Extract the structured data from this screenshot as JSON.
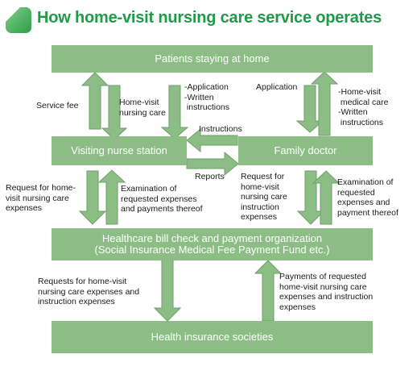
{
  "title": "How home-visit nursing care service operates",
  "colors": {
    "title": "#1f9a49",
    "box_fill": "#8bbd84",
    "arrow_fill": "#8bbd84",
    "arrow_stroke": "#6e9e6a"
  },
  "nodes": {
    "patients": "Patients staying at home",
    "station": "Visiting nurse station",
    "doctor": "Family doctor",
    "bill_org": "Healthcare bill check and payment organization\n(Social Insurance Medical Fee Payment Fund etc.)",
    "insurance": "Health insurance societies"
  },
  "labels": {
    "service_fee": "Service fee",
    "home_visit_nursing_care": "Home-visit\nnursing care",
    "application_written": "-Application\n-Written\n instructions",
    "application": "Application",
    "home_visit_medical_care": "-Home-visit\n medical care\n-Written\n instructions",
    "instructions": "Instructions",
    "reports": "Reports",
    "request_home_visit": "Request for home-\nvisit nursing care\nexpenses",
    "examination_station": "Examination of\nrequested expenses\nand payments thereof",
    "request_instruction": "Request for\nhome-visit\nnursing care\ninstruction\nexpenses",
    "examination_doctor": "Examination of\nrequested\nexpenses and\npayment thereof",
    "requests_bottom": "Requests for home-visit\nnursing care expenses and\ninstruction expenses",
    "payments_bottom": "Payments of requested\nhome-visit nursing care\nexpenses and instruction\nexpenses"
  }
}
